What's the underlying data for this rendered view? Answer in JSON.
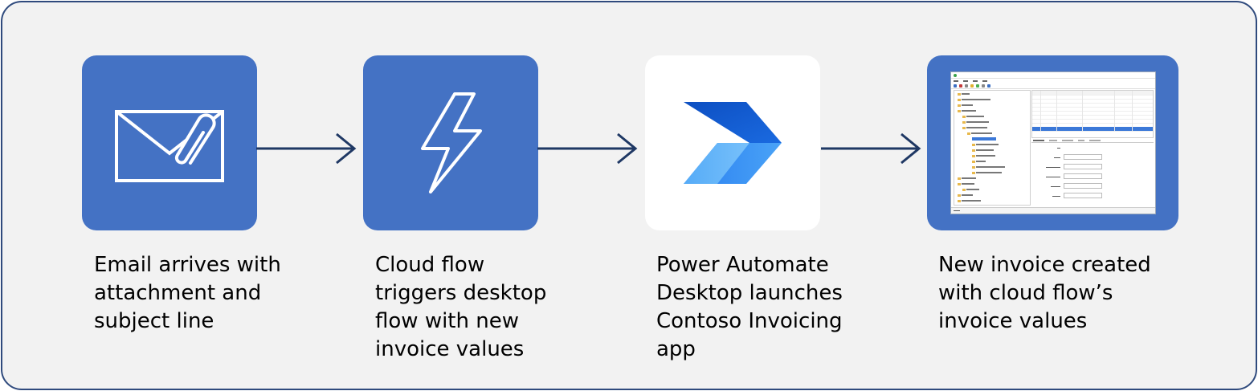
{
  "steps": [
    {
      "lines": [
        "Email arrives with",
        "attachment and",
        "subject line"
      ],
      "icon": "email-attachment-icon"
    },
    {
      "lines": [
        "Cloud flow",
        "triggers desktop",
        "flow with new",
        "invoice values"
      ],
      "icon": "lightning-bolt-icon"
    },
    {
      "lines": [
        "Power Automate",
        "Desktop launches",
        "Contoso Invoicing",
        "app"
      ],
      "icon": "power-automate-logo"
    },
    {
      "lines": [
        "New invoice created",
        "with cloud flow’s",
        "invoice values"
      ],
      "icon": "invoicing-app-screenshot"
    }
  ],
  "colors": {
    "tile_blue": "#4472c4",
    "frame_border": "#2f4a7d",
    "arrow": "#1f3864",
    "background": "#f2f2f2"
  }
}
